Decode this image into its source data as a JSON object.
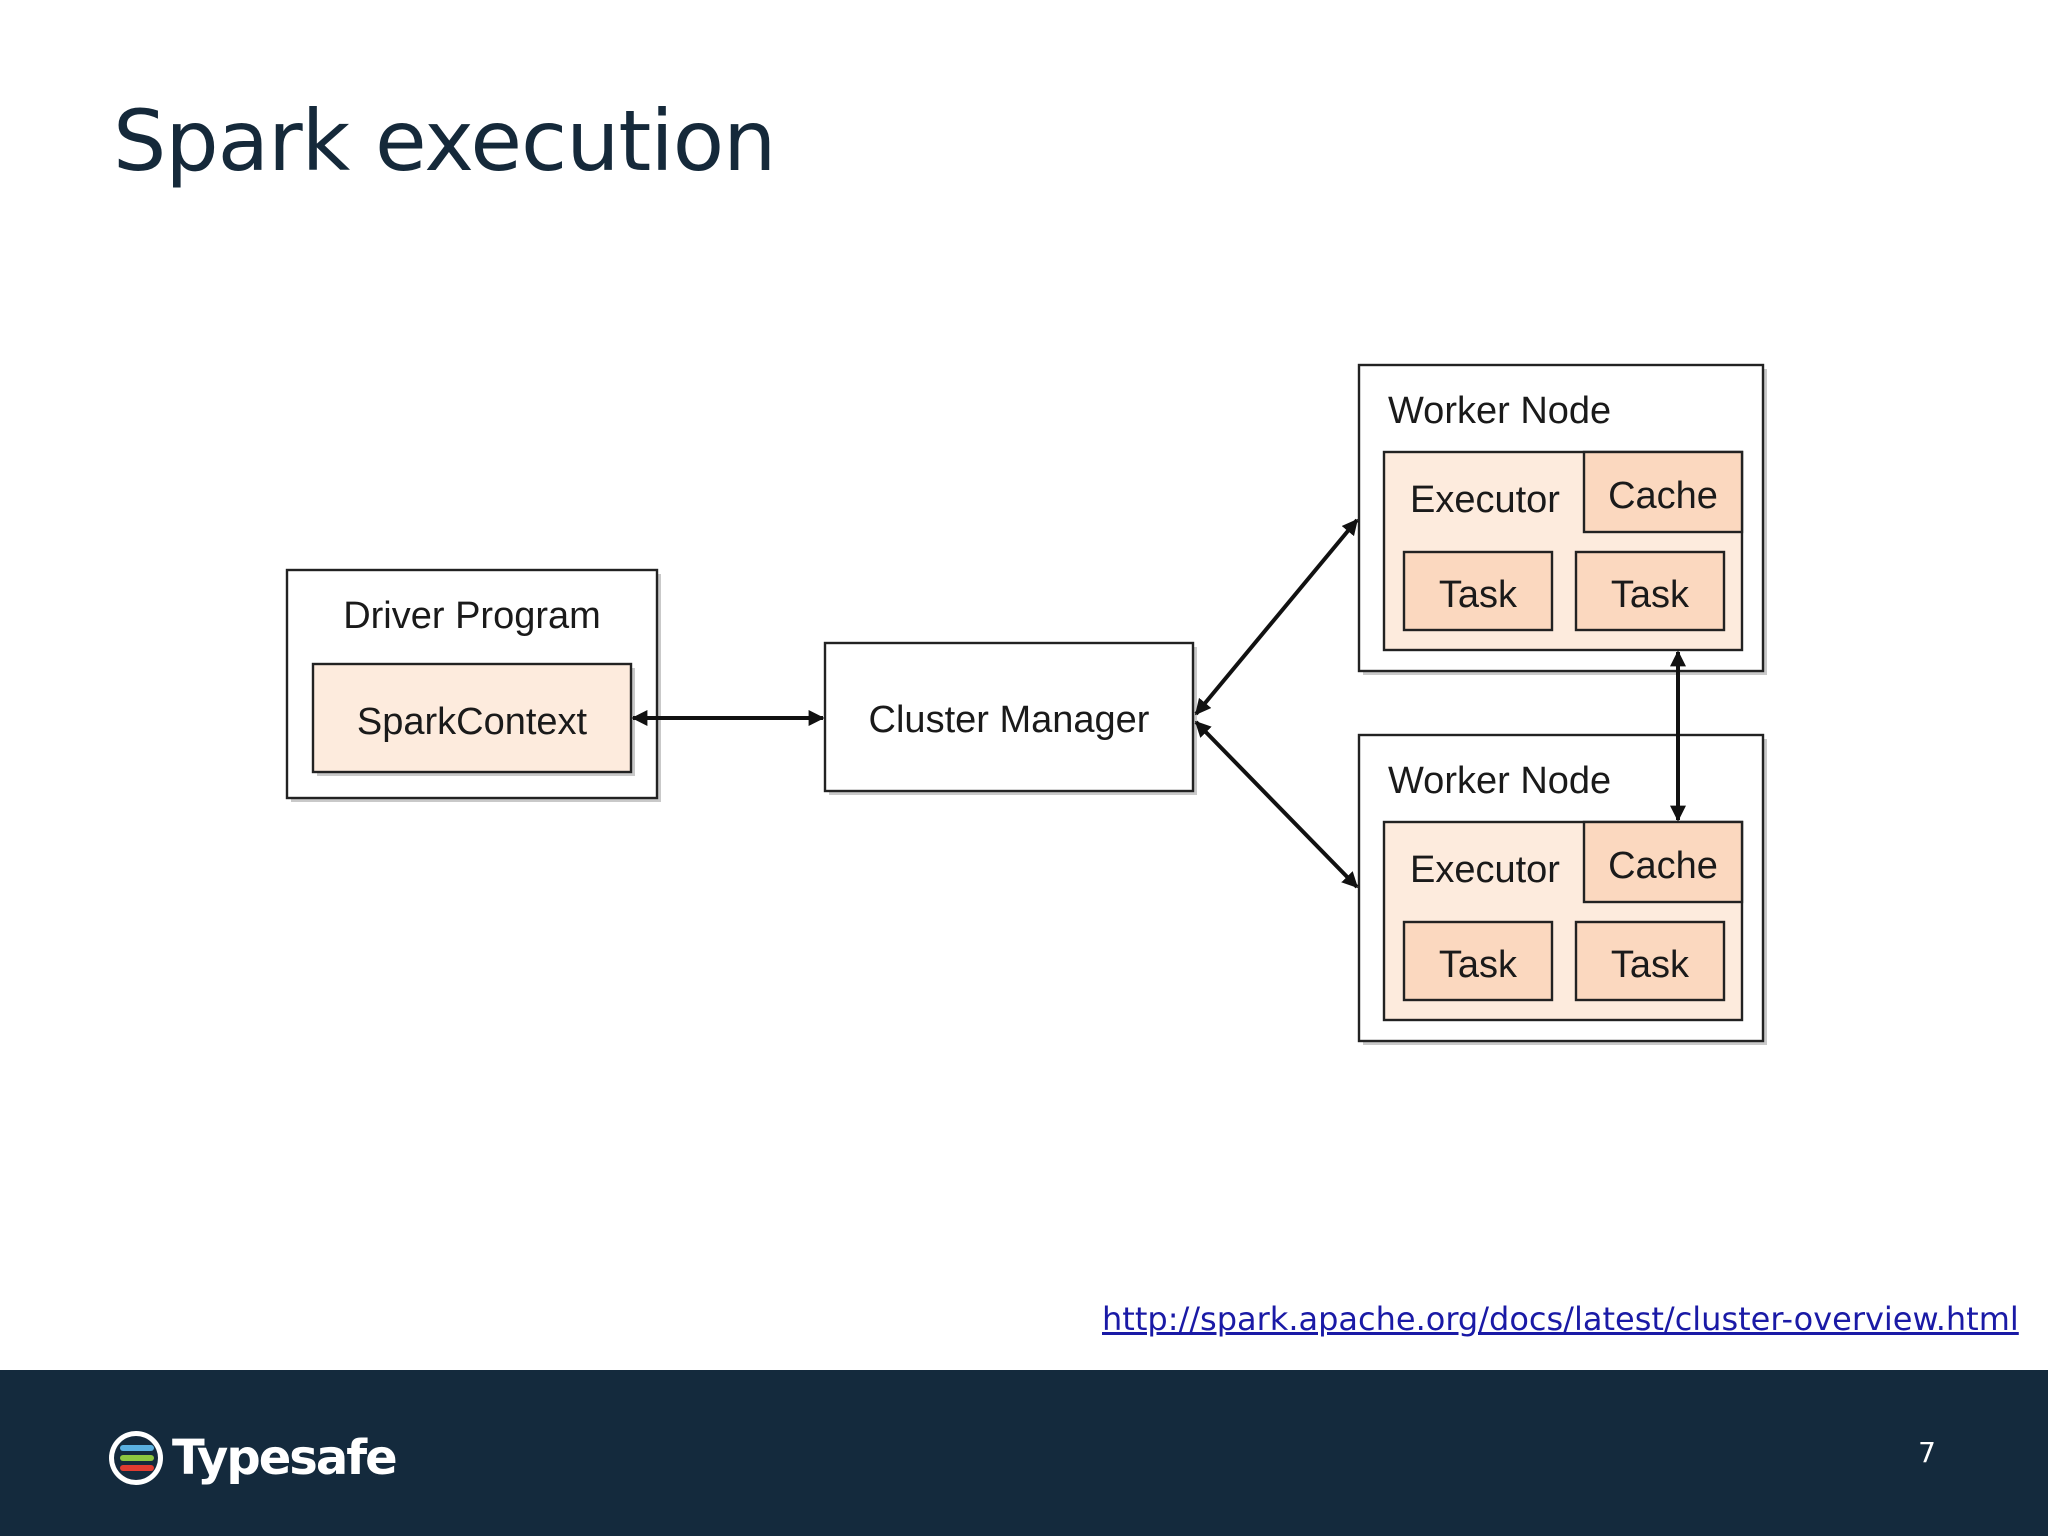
{
  "slide": {
    "title": "Spark execution",
    "source_link": "http://spark.apache.org/docs/latest/cluster-overview.html",
    "page_number": "7"
  },
  "diagram": {
    "driver": {
      "label": "Driver Program",
      "context": "SparkContext"
    },
    "cluster_manager": {
      "label": "Cluster Manager"
    },
    "worker_nodes": [
      {
        "label": "Worker Node",
        "executor": "Executor",
        "cache": "Cache",
        "tasks": [
          "Task",
          "Task"
        ]
      },
      {
        "label": "Worker Node",
        "executor": "Executor",
        "cache": "Cache",
        "tasks": [
          "Task",
          "Task"
        ]
      }
    ]
  },
  "footer": {
    "brand": "Typesafe",
    "logo_icon": "typesafe-logo-icon",
    "background_color": "#142a3d"
  },
  "colors": {
    "title": "#15293a",
    "inner_fill": "#fdebdd",
    "task_fill": "#fbd8bf",
    "link": "#1a1aa6"
  }
}
